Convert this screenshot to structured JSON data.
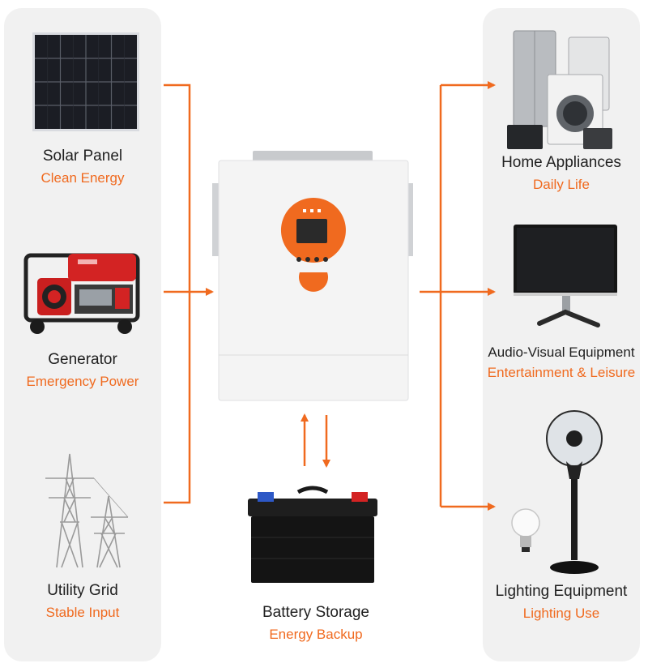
{
  "colors": {
    "accent": "#f06a1f",
    "panel_bg": "#f1f1f1",
    "title_text": "#1f1f1f"
  },
  "sources": [
    {
      "title": "Solar Panel",
      "subtitle": "Clean Energy",
      "icon": "solar-panel-icon"
    },
    {
      "title": "Generator",
      "subtitle": "Emergency Power",
      "icon": "generator-icon"
    },
    {
      "title": "Utility Grid",
      "subtitle": "Stable Input",
      "icon": "power-tower-icon"
    }
  ],
  "storage": {
    "title": "Battery Storage",
    "subtitle": "Energy Backup",
    "icon": "battery-icon"
  },
  "loads": [
    {
      "title": "Home Appliances",
      "subtitle": "Daily Life",
      "icon": "appliances-icon"
    },
    {
      "title": "Audio-Visual Equipment",
      "subtitle": "Entertainment & Leisure",
      "icon": "monitor-icon"
    },
    {
      "title": "Lighting Equipment",
      "subtitle": "Lighting Use",
      "icon": "fan-and-bulb-icon"
    }
  ],
  "center": {
    "icon": "inverter-icon"
  }
}
